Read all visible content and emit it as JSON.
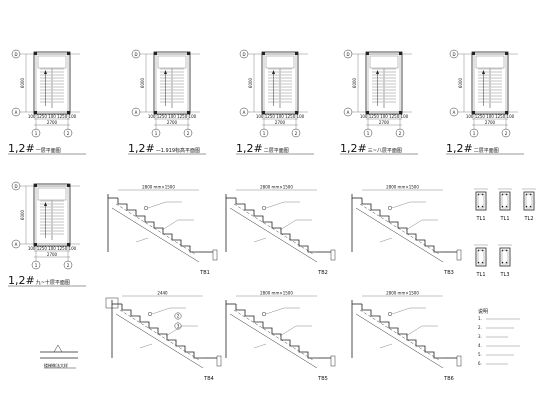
{
  "plans_top": [
    {
      "prefix": "1,2#",
      "suffix": "一层平面图",
      "dim1": "2700",
      "dim2": "100 1250 100 1250 100"
    },
    {
      "prefix": "1,2#",
      "suffix": "—1.919标高平面图",
      "dim1": "2700",
      "dim2": "100 1250 100 1250 100"
    },
    {
      "prefix": "1,2#",
      "suffix": "二层平面图",
      "dim1": "2700",
      "dim2": "100 1250 100 1250 100"
    },
    {
      "prefix": "1,2#",
      "suffix": "三~八层平面图",
      "dim1": "2700",
      "dim2": "100 1250 100 1250 100"
    },
    {
      "prefix": "1,2#",
      "suffix": "二层平面图",
      "dim1": "2700",
      "dim2": "100 1250 100 1250 100"
    }
  ],
  "plan_bottom": {
    "prefix": "1,2#",
    "suffix": "九~十层平面图",
    "dim1": "2700",
    "dim2": "100 1250 100 1250 100"
  },
  "axis_labels": {
    "top": "D",
    "bottom": "A",
    "left": "1",
    "right": "2",
    "height_dim": "6000"
  },
  "stair_sections_row1": [
    {
      "label": "TB1",
      "top_dim": "2800 mm×1500"
    },
    {
      "label": "TB2",
      "top_dim": "2800 mm×1500"
    },
    {
      "label": "TB3",
      "top_dim": "2800 mm×1500"
    }
  ],
  "stair_sections_row2": [
    {
      "label": "TB4",
      "top_dim": "2440"
    },
    {
      "label": "TB5",
      "top_dim": "2800 mm×1500"
    },
    {
      "label": "TB6",
      "top_dim": "2800 mm×1500"
    }
  ],
  "beam_details": [
    {
      "label": "TL1"
    },
    {
      "label": "TL1"
    },
    {
      "label": "TL2"
    },
    {
      "label": "TL1"
    },
    {
      "label": "TL3"
    }
  ],
  "detail_note": {
    "label": "楼梯做法大样"
  },
  "notes_title": "说明",
  "notes_lines": [
    "1.",
    "2.",
    "3.",
    "4.",
    "5.",
    "6."
  ]
}
